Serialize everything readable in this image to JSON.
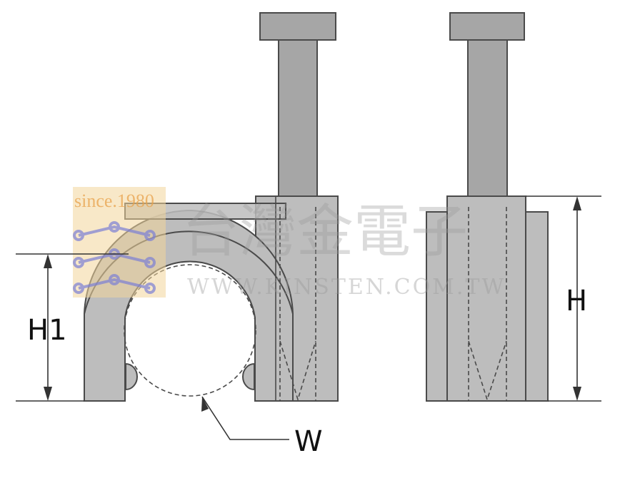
{
  "labels": {
    "h1": "H1",
    "h": "H",
    "w": "W"
  },
  "watermark": {
    "company_cn": "台灣金電子",
    "url": "WWW.KINSTEN.COM.TW",
    "since": "since.1980",
    "accent_color": "#e9a24b"
  },
  "colors": {
    "part_fill": "#bdbdbd",
    "nail_fill": "#a6a6a6",
    "outline": "#4a4a4a"
  }
}
